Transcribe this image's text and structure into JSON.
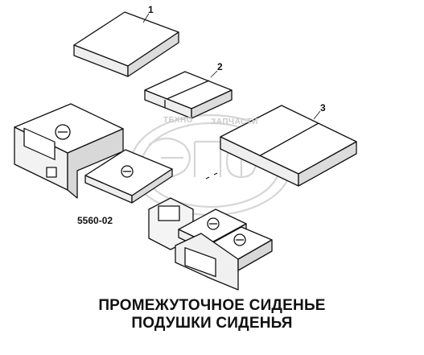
{
  "callouts": {
    "item1": "1",
    "item2": "2",
    "item3": "3"
  },
  "figure_code": "5560-02",
  "caption": {
    "line1": "ПРОМЕЖУТОЧНОЕ СИДЕНЬЕ",
    "line2": "ПОДУШКИ СИДЕНЬЯ"
  },
  "watermark": {
    "logo_letters": "ЭПФ",
    "top_left": "ТЕХНО",
    "top_right": "ЗАПЧАСТИ"
  },
  "colors": {
    "ink": "#111111",
    "watermark": "#cfcfcf",
    "background": "#ffffff"
  }
}
